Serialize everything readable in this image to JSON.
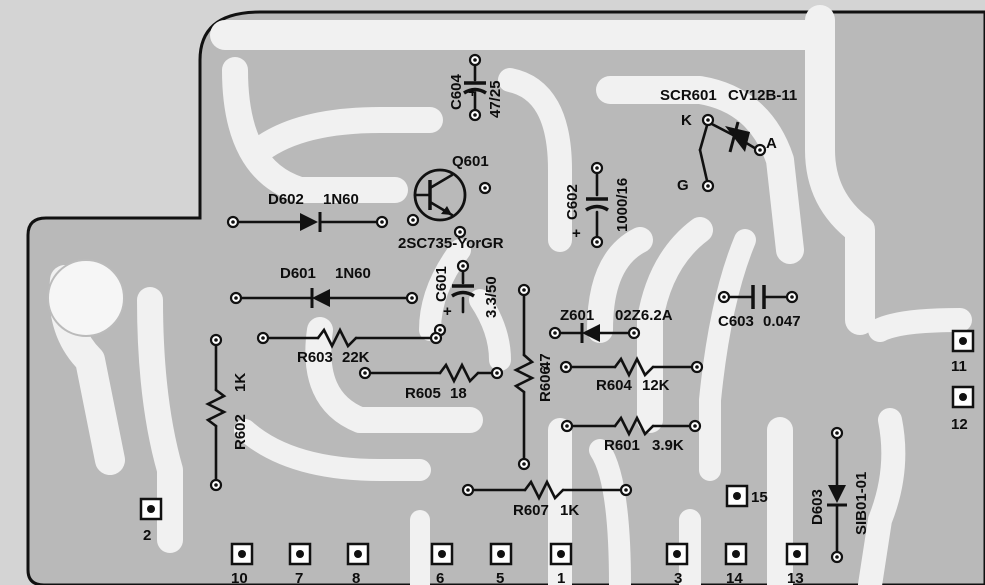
{
  "components": {
    "c604": {
      "ref": "C604",
      "value": "47/25"
    },
    "scr601": {
      "ref": "SCR601",
      "value": "CV12B-11",
      "pin_k": "K",
      "pin_a": "A",
      "pin_g": "G"
    },
    "q601": {
      "ref": "Q601",
      "value": "2SC735-YorGR"
    },
    "d602": {
      "ref": "D602",
      "value": "1N60"
    },
    "c602": {
      "ref": "C602",
      "value": "1000/16"
    },
    "d601": {
      "ref": "D601",
      "value": "1N60"
    },
    "c601": {
      "ref": "C601",
      "value": "3.3/50"
    },
    "c603": {
      "ref": "C603",
      "value": "0.047"
    },
    "z601": {
      "ref": "Z601",
      "value": "02Z6.2A"
    },
    "r603": {
      "ref": "R603",
      "value": "22K"
    },
    "r605": {
      "ref": "R605",
      "value": "18"
    },
    "r606": {
      "ref": "R606",
      "value": "47"
    },
    "r604": {
      "ref": "R604",
      "value": "12K"
    },
    "r602": {
      "ref": "R602",
      "value": "1K"
    },
    "r601": {
      "ref": "R601",
      "value": "3.9K"
    },
    "r607": {
      "ref": "R607",
      "value": "1K"
    },
    "d603": {
      "ref": "D603",
      "value": "SIB01-01"
    }
  },
  "polarity": {
    "plus": "+"
  },
  "terminals": [
    "2",
    "10",
    "7",
    "8",
    "6",
    "5",
    "1",
    "3",
    "14",
    "13",
    "15",
    "11",
    "12"
  ]
}
